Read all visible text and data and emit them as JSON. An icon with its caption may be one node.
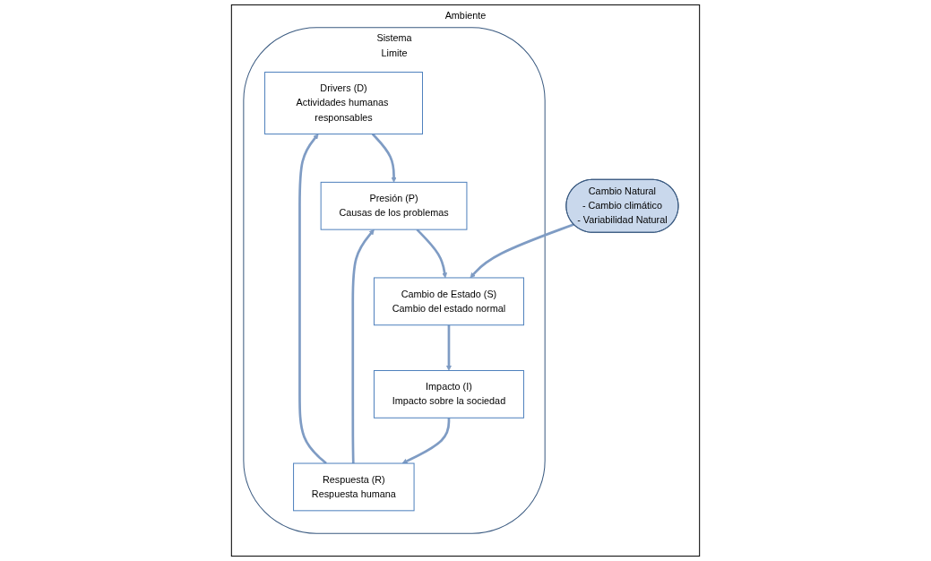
{
  "diagram": {
    "nodes": [
      {
        "text": [
          "Ambiente"
        ]
      },
      {
        "text": [
          "Sistema",
          "Limite"
        ],
        "in": 0
      },
      {
        "text": [
          "Drivers (D)",
          "Actividades humanas responsables"
        ],
        "in": 1
      },
      {
        "text": [
          "Presión (P)",
          "Causas de los problemas"
        ],
        "in": 1
      },
      {
        "text": [
          "Respuesta (R)",
          "Respuesta humana"
        ],
        "in": 1
      },
      {
        "text": [
          "Cambio de Estado (S)",
          "Cambio del estado normal"
        ],
        "in": 1
      },
      {
        "text": [
          "Impacto (I)",
          "Impacto sobre la sociedad"
        ],
        "in": 1
      },
      {
        "text": [
          "Cambio Natural",
          "- Cambio climático",
          "- Variabilidad Natural"
        ],
        "in": 0
      }
    ],
    "edges": [
      {
        "from": 2,
        "to": 3,
        "arrow": "to"
      },
      {
        "from": 4,
        "to": 2,
        "arrow": "to"
      },
      {
        "from": 4,
        "to": 3,
        "arrow": "to"
      },
      {
        "from": 3,
        "to": 5,
        "arrow": "to"
      },
      {
        "from": 5,
        "to": 6,
        "arrow": "to"
      },
      {
        "from": 6,
        "to": 4,
        "arrow": "to"
      },
      {
        "from": 7,
        "to": 5,
        "arrow": "to"
      }
    ]
  }
}
